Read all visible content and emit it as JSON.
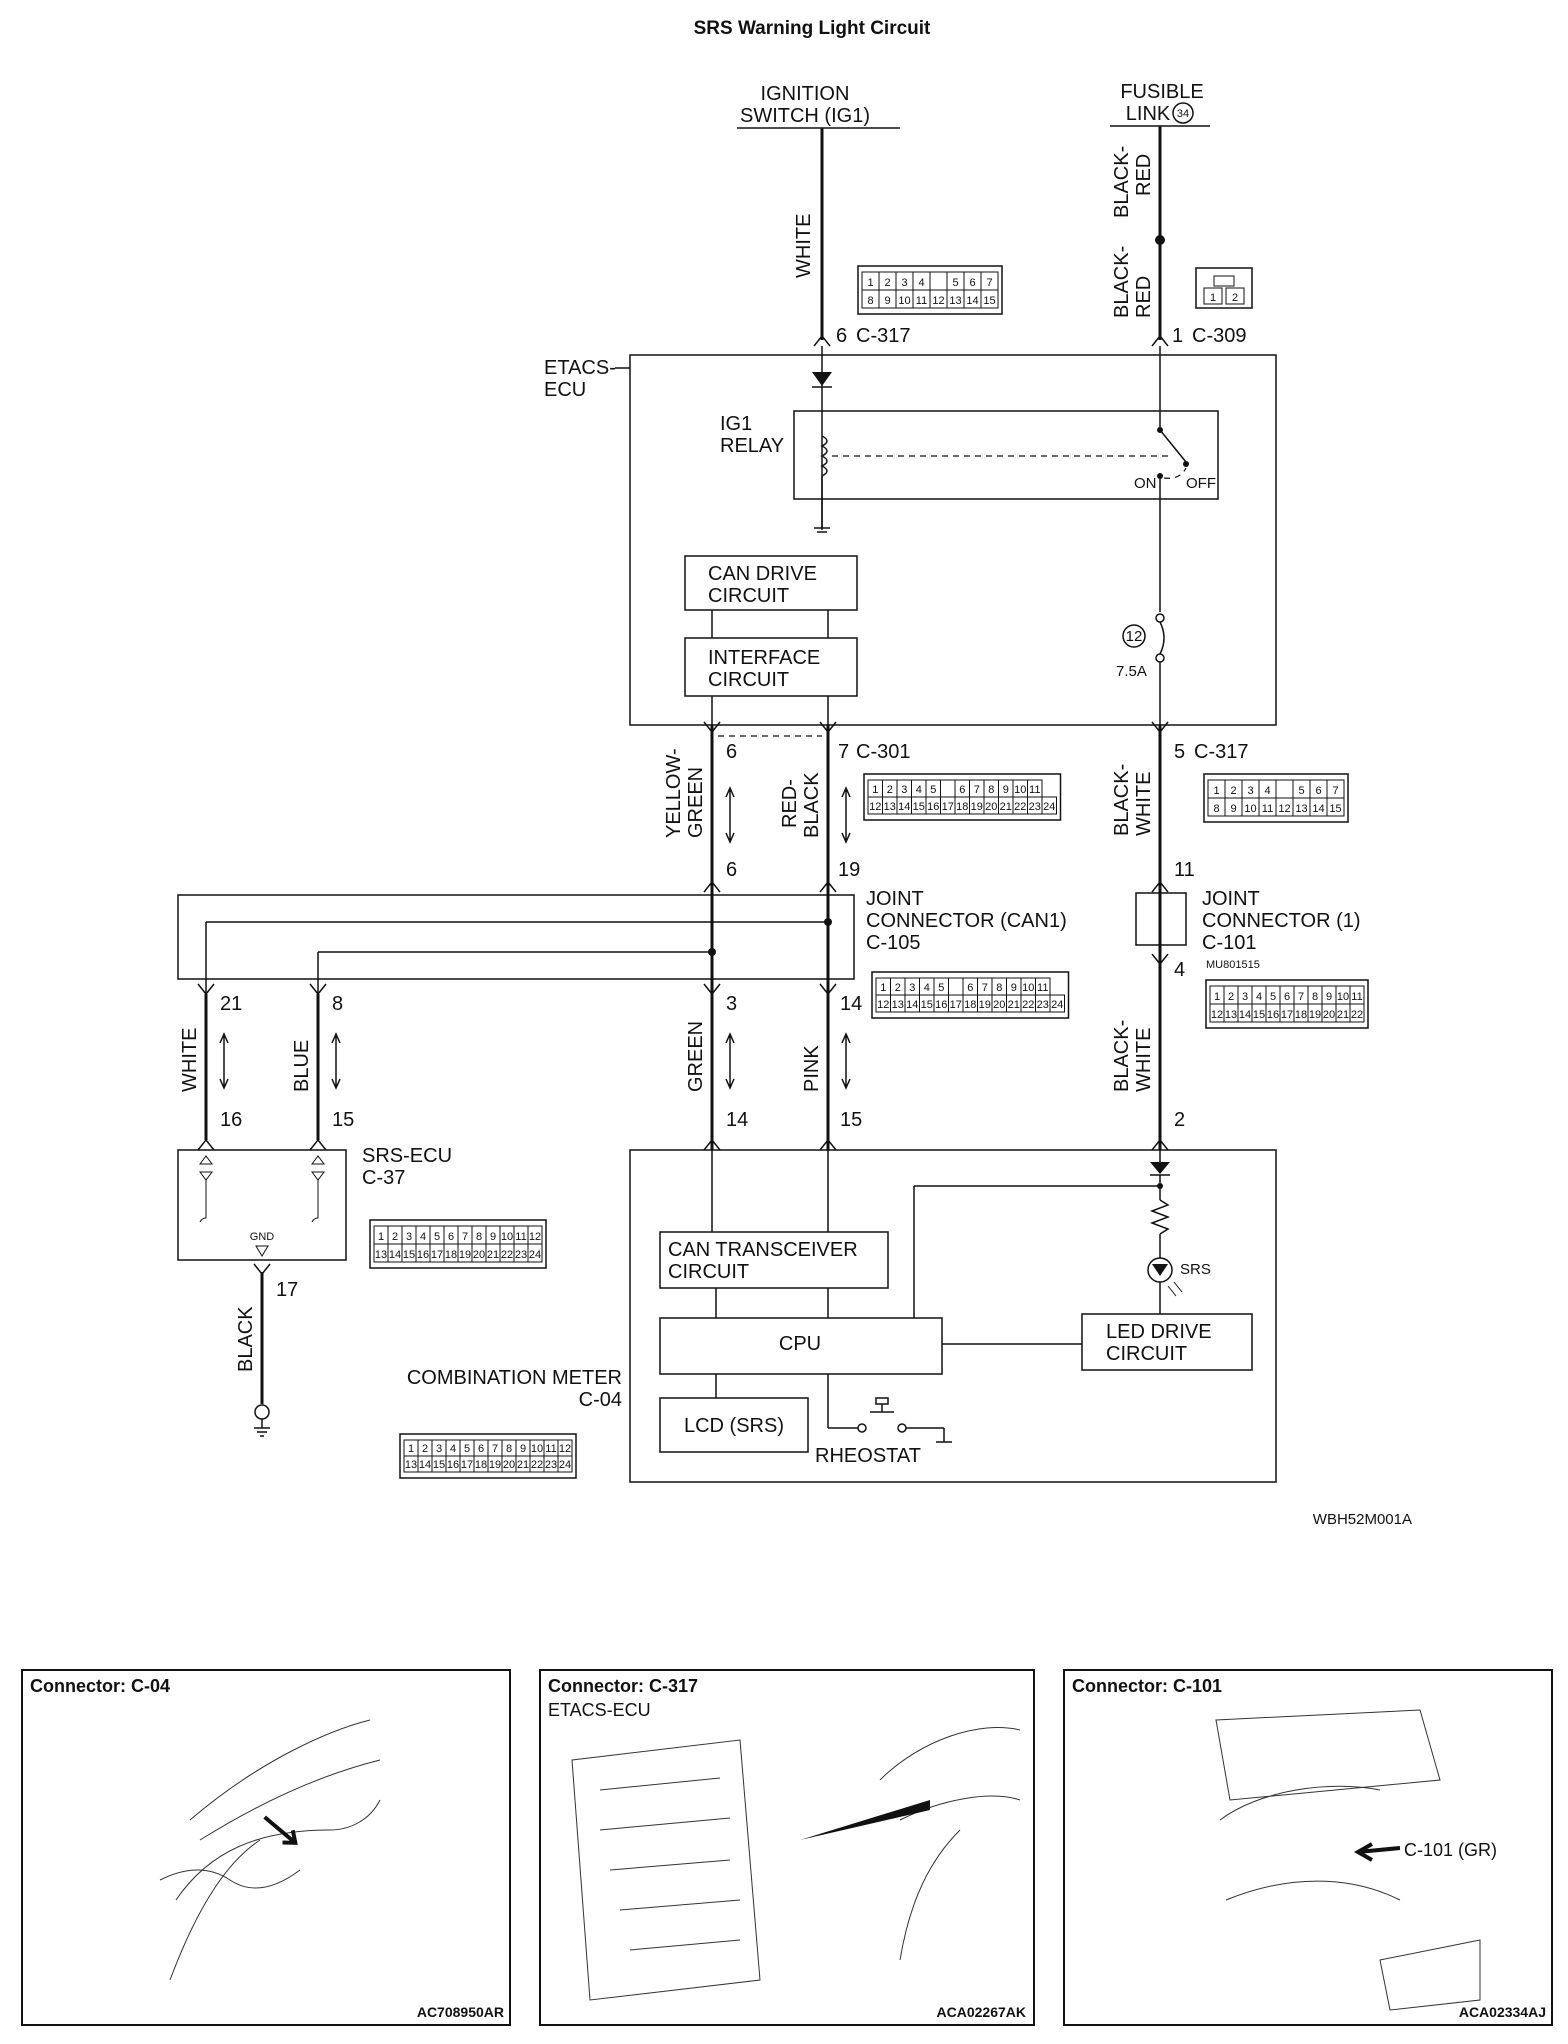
{
  "title": "SRS Warning Light Circuit",
  "code": "WBH52M001A",
  "sources": {
    "ignition_l1": "IGNITION",
    "ignition_l2": "SWITCH (IG1)",
    "fusible_l1": "FUSIBLE",
    "fusible_l2": "LINK",
    "fusible_no": "34"
  },
  "wires": {
    "white": "WHITE",
    "black_red_top_1": "BLACK-",
    "black_red_top_2": "RED",
    "black_red_low_1": "BLACK-",
    "black_red_low_2": "RED",
    "yellow_green_1": "YELLOW-",
    "yellow_green_2": "GREEN",
    "red_black_1": "RED-",
    "red_black_2": "BLACK",
    "black_white_1_1": "BLACK-",
    "black_white_1_2": "WHITE",
    "white_2": "WHITE",
    "blue": "BLUE",
    "green": "GREEN",
    "pink": "PINK",
    "black_white_2_1": "BLACK-",
    "black_white_2_2": "WHITE",
    "black": "BLACK"
  },
  "pins": {
    "c317_6": "6",
    "c317_6_conn": "C-317",
    "c309_1": "1",
    "c309_conn": "C-309",
    "c301_6": "6",
    "c301_7": "7",
    "c301_conn": "C-301",
    "c317_5": "5",
    "c317_5_conn": "C-317",
    "j6": "6",
    "j19": "19",
    "j11": "11",
    "j21": "21",
    "j8": "8",
    "j3": "3",
    "j14": "14",
    "j4": "4",
    "s16": "16",
    "s15": "15",
    "m14": "14",
    "m15": "15",
    "m2": "2",
    "g17": "17"
  },
  "etacs": {
    "label_1": "ETACS-",
    "label_2": "ECU",
    "relay_1": "IG1",
    "relay_2": "RELAY",
    "on": "ON",
    "off": "OFF",
    "can_drive_1": "CAN DRIVE",
    "can_drive_2": "CIRCUIT",
    "interface_1": "INTERFACE",
    "interface_2": "CIRCUIT",
    "fuse_no": "12",
    "fuse_rating": "7.5A"
  },
  "joints": {
    "can1_1": "JOINT",
    "can1_2": "CONNECTOR (CAN1)",
    "can1_3": "C-105",
    "j1_1": "JOINT",
    "j1_2": "CONNECTOR (1)",
    "j1_3": "C-101",
    "j1_part": "MU801515"
  },
  "srs_ecu": {
    "label_1": "SRS-ECU",
    "label_2": "C-37",
    "gnd": "GND"
  },
  "meter": {
    "label_1": "COMBINATION METER",
    "label_2": "C-04",
    "can_tx_1": "CAN TRANSCEIVER",
    "can_tx_2": "CIRCUIT",
    "cpu": "CPU",
    "led_1": "LED DRIVE",
    "led_2": "CIRCUIT",
    "lcd": "LCD (SRS)",
    "rheostat": "RHEOSTAT",
    "srs": "SRS"
  },
  "connector_faces": {
    "c317_top": {
      "r1": [
        "1",
        "2",
        "3",
        "4",
        "",
        "5",
        "6",
        "7"
      ],
      "r2": [
        "8",
        "9",
        "10",
        "11",
        "12",
        "13",
        "14",
        "15"
      ]
    },
    "c309": {
      "cells": [
        "1",
        "2"
      ]
    },
    "c301": {
      "r1": [
        "1",
        "2",
        "3",
        "4",
        "5",
        "",
        "6",
        "7",
        "8",
        "9",
        "10",
        "11"
      ],
      "r2": [
        "12",
        "13",
        "14",
        "15",
        "16",
        "17",
        "18",
        "19",
        "20",
        "21",
        "22",
        "23",
        "24"
      ]
    },
    "c317_mid": {
      "r1": [
        "1",
        "2",
        "3",
        "4",
        "",
        "5",
        "6",
        "7"
      ],
      "r2": [
        "8",
        "9",
        "10",
        "11",
        "12",
        "13",
        "14",
        "15"
      ]
    },
    "c105": {
      "r1": [
        "1",
        "2",
        "3",
        "4",
        "5",
        "",
        "6",
        "7",
        "8",
        "9",
        "10",
        "11"
      ],
      "r2": [
        "12",
        "13",
        "14",
        "15",
        "16",
        "17",
        "18",
        "19",
        "20",
        "21",
        "22",
        "23",
        "24"
      ]
    },
    "c101": {
      "r1": [
        "1",
        "2",
        "3",
        "4",
        "5",
        "6",
        "7",
        "8",
        "9",
        "10",
        "11"
      ],
      "r2": [
        "12",
        "13",
        "14",
        "15",
        "16",
        "17",
        "18",
        "19",
        "20",
        "21",
        "22"
      ]
    },
    "c37": {
      "r1": [
        "1",
        "2",
        "3",
        "4",
        "5",
        "6",
        "7",
        "8",
        "9",
        "10",
        "11",
        "12"
      ],
      "r2": [
        "13",
        "14",
        "15",
        "16",
        "17",
        "18",
        "19",
        "20",
        "21",
        "22",
        "23",
        "24"
      ]
    },
    "c04": {
      "r1": [
        "1",
        "2",
        "3",
        "4",
        "5",
        "6",
        "7",
        "8",
        "9",
        "10",
        "11",
        "12"
      ],
      "r2": [
        "13",
        "14",
        "15",
        "16",
        "17",
        "18",
        "19",
        "20",
        "21",
        "22",
        "23",
        "24"
      ]
    }
  },
  "panels": [
    {
      "title": "Connector: C-04",
      "code": "AC708950AR"
    },
    {
      "title": "Connector: C-317",
      "sub": "ETACS-ECU",
      "code": "ACA02267AK"
    },
    {
      "title": "Connector: C-101",
      "callout": "C-101 (GR)",
      "code": "ACA02334AJ"
    }
  ]
}
